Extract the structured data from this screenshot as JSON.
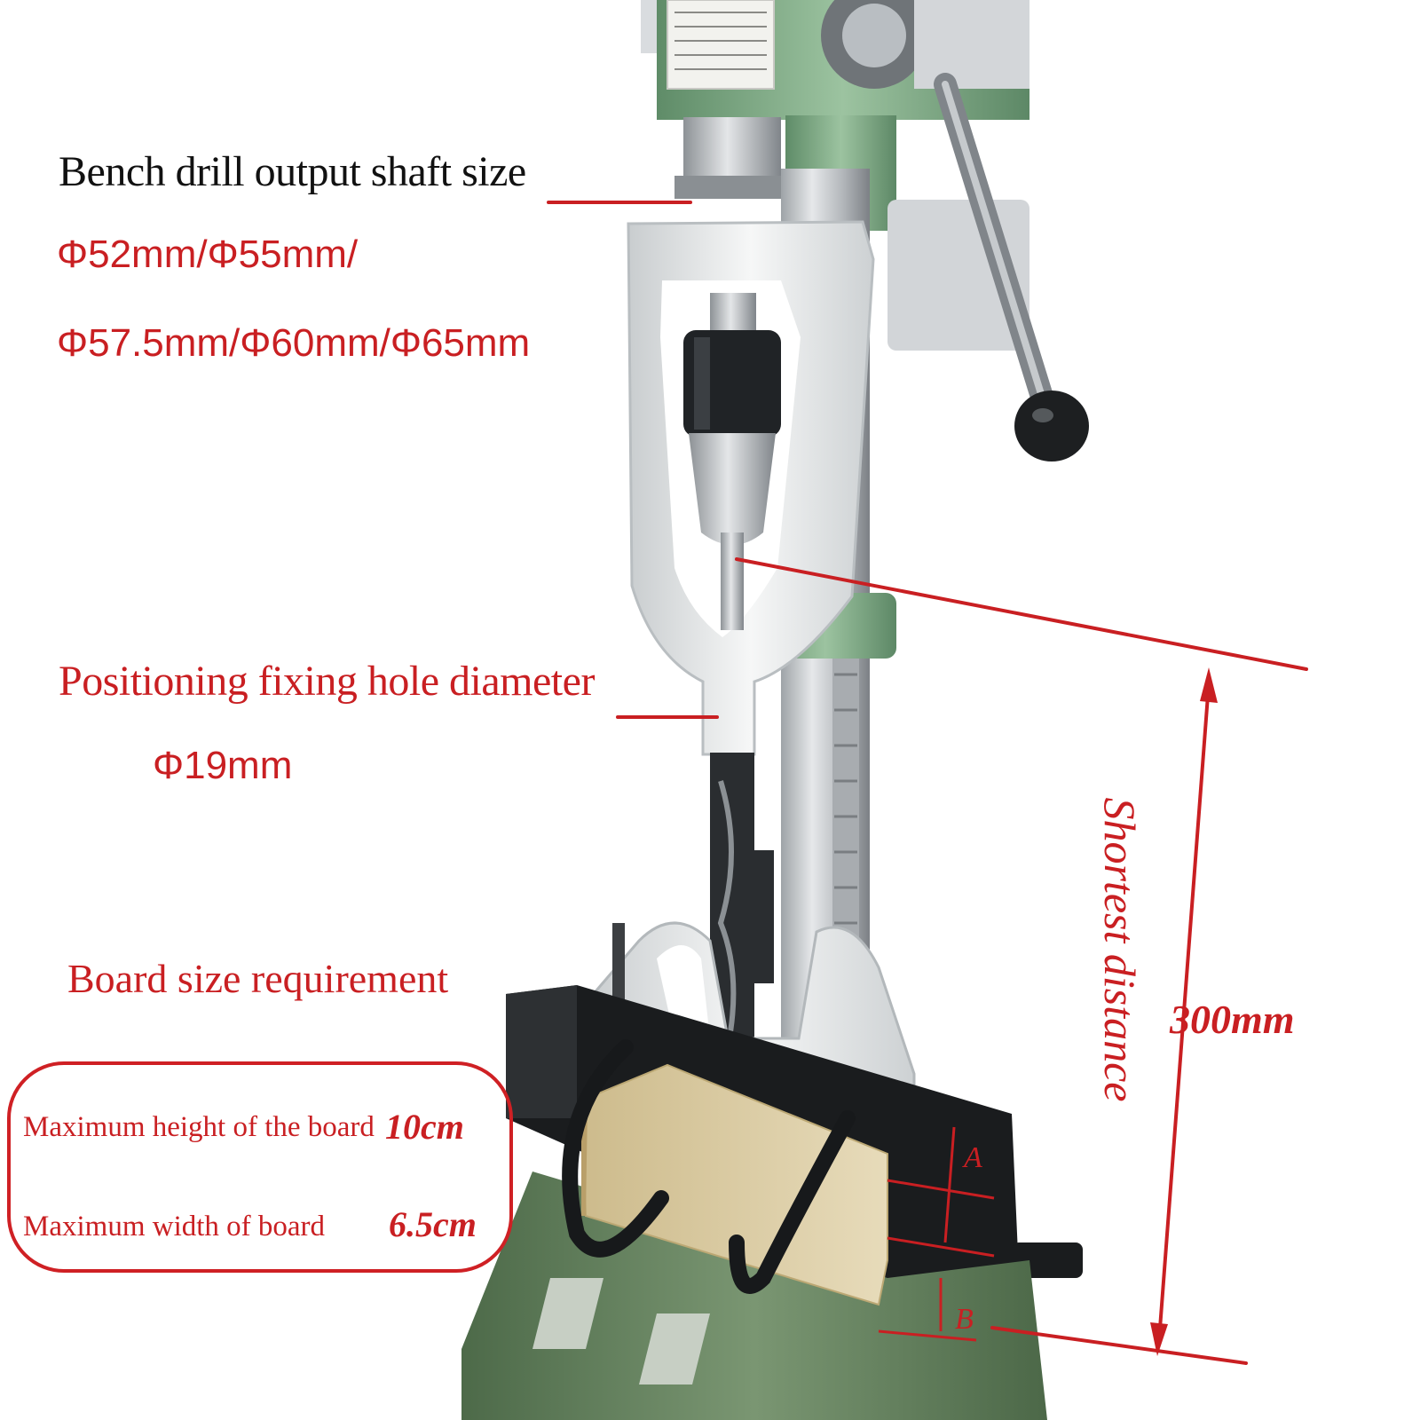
{
  "annotations": {
    "shaft": {
      "heading": "Bench drill output shaft size",
      "line1": "Φ52mm/Φ55mm/",
      "line2": "Φ57.5mm/Φ60mm/Φ65mm"
    },
    "hole": {
      "heading": "Positioning fixing hole diameter",
      "value": "Φ19mm"
    },
    "board": {
      "heading": "Board size requirement",
      "height_label": "Maximum height of the board",
      "height_value": "10cm",
      "width_label": "Maximum width of board",
      "width_value": "6.5cm"
    },
    "distance": {
      "label": "Shortest distance",
      "value": "300mm"
    },
    "dimension_marks": {
      "a": "A",
      "b": "B"
    }
  },
  "colors": {
    "annotation_red": "#c91f22",
    "heading_black": "#111111",
    "machine_green": "#7faa84",
    "casting_white": "#e9ecec",
    "column_steel": "#b9bdc1",
    "base_green": "#5f7f5b",
    "wood": "#d8c9a0",
    "background": "#ffffff"
  }
}
